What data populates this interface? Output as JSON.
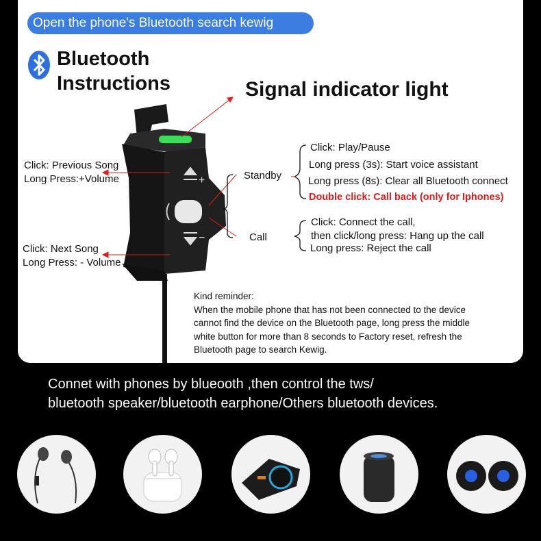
{
  "banner": {
    "text": "Open the phone's Bluetooth search kewig"
  },
  "title": {
    "line1": "Bluetooth",
    "line2": "Instructions"
  },
  "signal_label": "Signal indicator light",
  "left_labels": {
    "previous_click": "Click: Previous Song",
    "previous_long": "Long Press:+Volume",
    "next_click": "Click: Next Song",
    "next_long": "Long Press: - Volume"
  },
  "standby": {
    "label": "Standby",
    "items": [
      "Click: Play/Pause",
      "Long press (3s): Start voice assistant",
      "Long press (8s): Clear all Bluetooth connect",
      "Double click: Call back (only for Iphones)"
    ]
  },
  "call": {
    "label": "Call",
    "items": [
      "Click: Connect the call,",
      "then click/long press: Hang up the call",
      "Long press: Reject the call"
    ]
  },
  "reminder": {
    "heading": "Kind reminder:",
    "lines": [
      "When the mobile phone that has not been connected to the device",
      "cannot find the device on the Bluetooth page, long press the middle",
      "white button for more than 8 seconds to Factory reset, refresh the",
      "Bluetooth page to search Kewig."
    ]
  },
  "bottom": {
    "line1": "Connet with phones by blueooth ,then control the tws/",
    "line2": "bluetooth speaker/bluetooth earphone/Others bluetooth devices."
  },
  "devices": [
    {
      "icon": "earphones-icon"
    },
    {
      "icon": "airpods-icon"
    },
    {
      "icon": "helmet-headset-icon"
    },
    {
      "icon": "smart-speaker-icon"
    },
    {
      "icon": "tws-earbuds-icon"
    }
  ],
  "colors": {
    "banner": "#3b7de0",
    "accent_red": "#e01b1b",
    "led_green": "#3ddc5a"
  }
}
